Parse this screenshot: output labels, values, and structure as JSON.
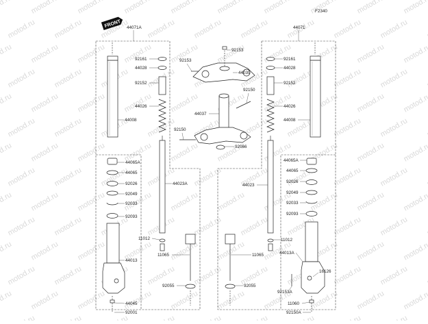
{
  "diagram_code": "F2340",
  "front_badge": "FRONT",
  "watermark_text": "motod.ru",
  "left_assembly": {
    "header": "44071A",
    "labels": {
      "p92161": "92161",
      "p44028": "44028",
      "p92152": "92152",
      "p44026": "44026",
      "p44008": "44008",
      "p44065A": "44065A",
      "p44065": "44065",
      "p92026": "92026",
      "p92049": "92049",
      "p92033": "92033",
      "p92093": "92093",
      "p44013": "44013",
      "p44045": "44045",
      "p92001": "92001",
      "p44023A": "44023A",
      "p11012": "11012",
      "p11065": "11065",
      "p92055": "92055"
    }
  },
  "center_assembly": {
    "labels": {
      "p92153": "92153",
      "p92153b": "92153",
      "p44039": "44039",
      "p92150a": "92150",
      "p44037": "44037",
      "p92150b": "92150",
      "p92066": "92066"
    }
  },
  "right_assembly": {
    "header": "44071",
    "labels": {
      "p92161": "92161",
      "p44028": "44028",
      "p92152": "92152",
      "p44026": "44026",
      "p44008": "44008",
      "p44065A": "44065A",
      "p44065": "44065",
      "p92026": "92026",
      "p92049": "92049",
      "p92033": "92033",
      "p92093": "92093",
      "p44023": "44023",
      "p11012": "11012",
      "p11065": "11065",
      "p44013A": "44013A",
      "p16126": "16126",
      "p92153A": "92153A",
      "p92055": "92055",
      "p11060": "11060",
      "p92150A": "92150A"
    }
  }
}
